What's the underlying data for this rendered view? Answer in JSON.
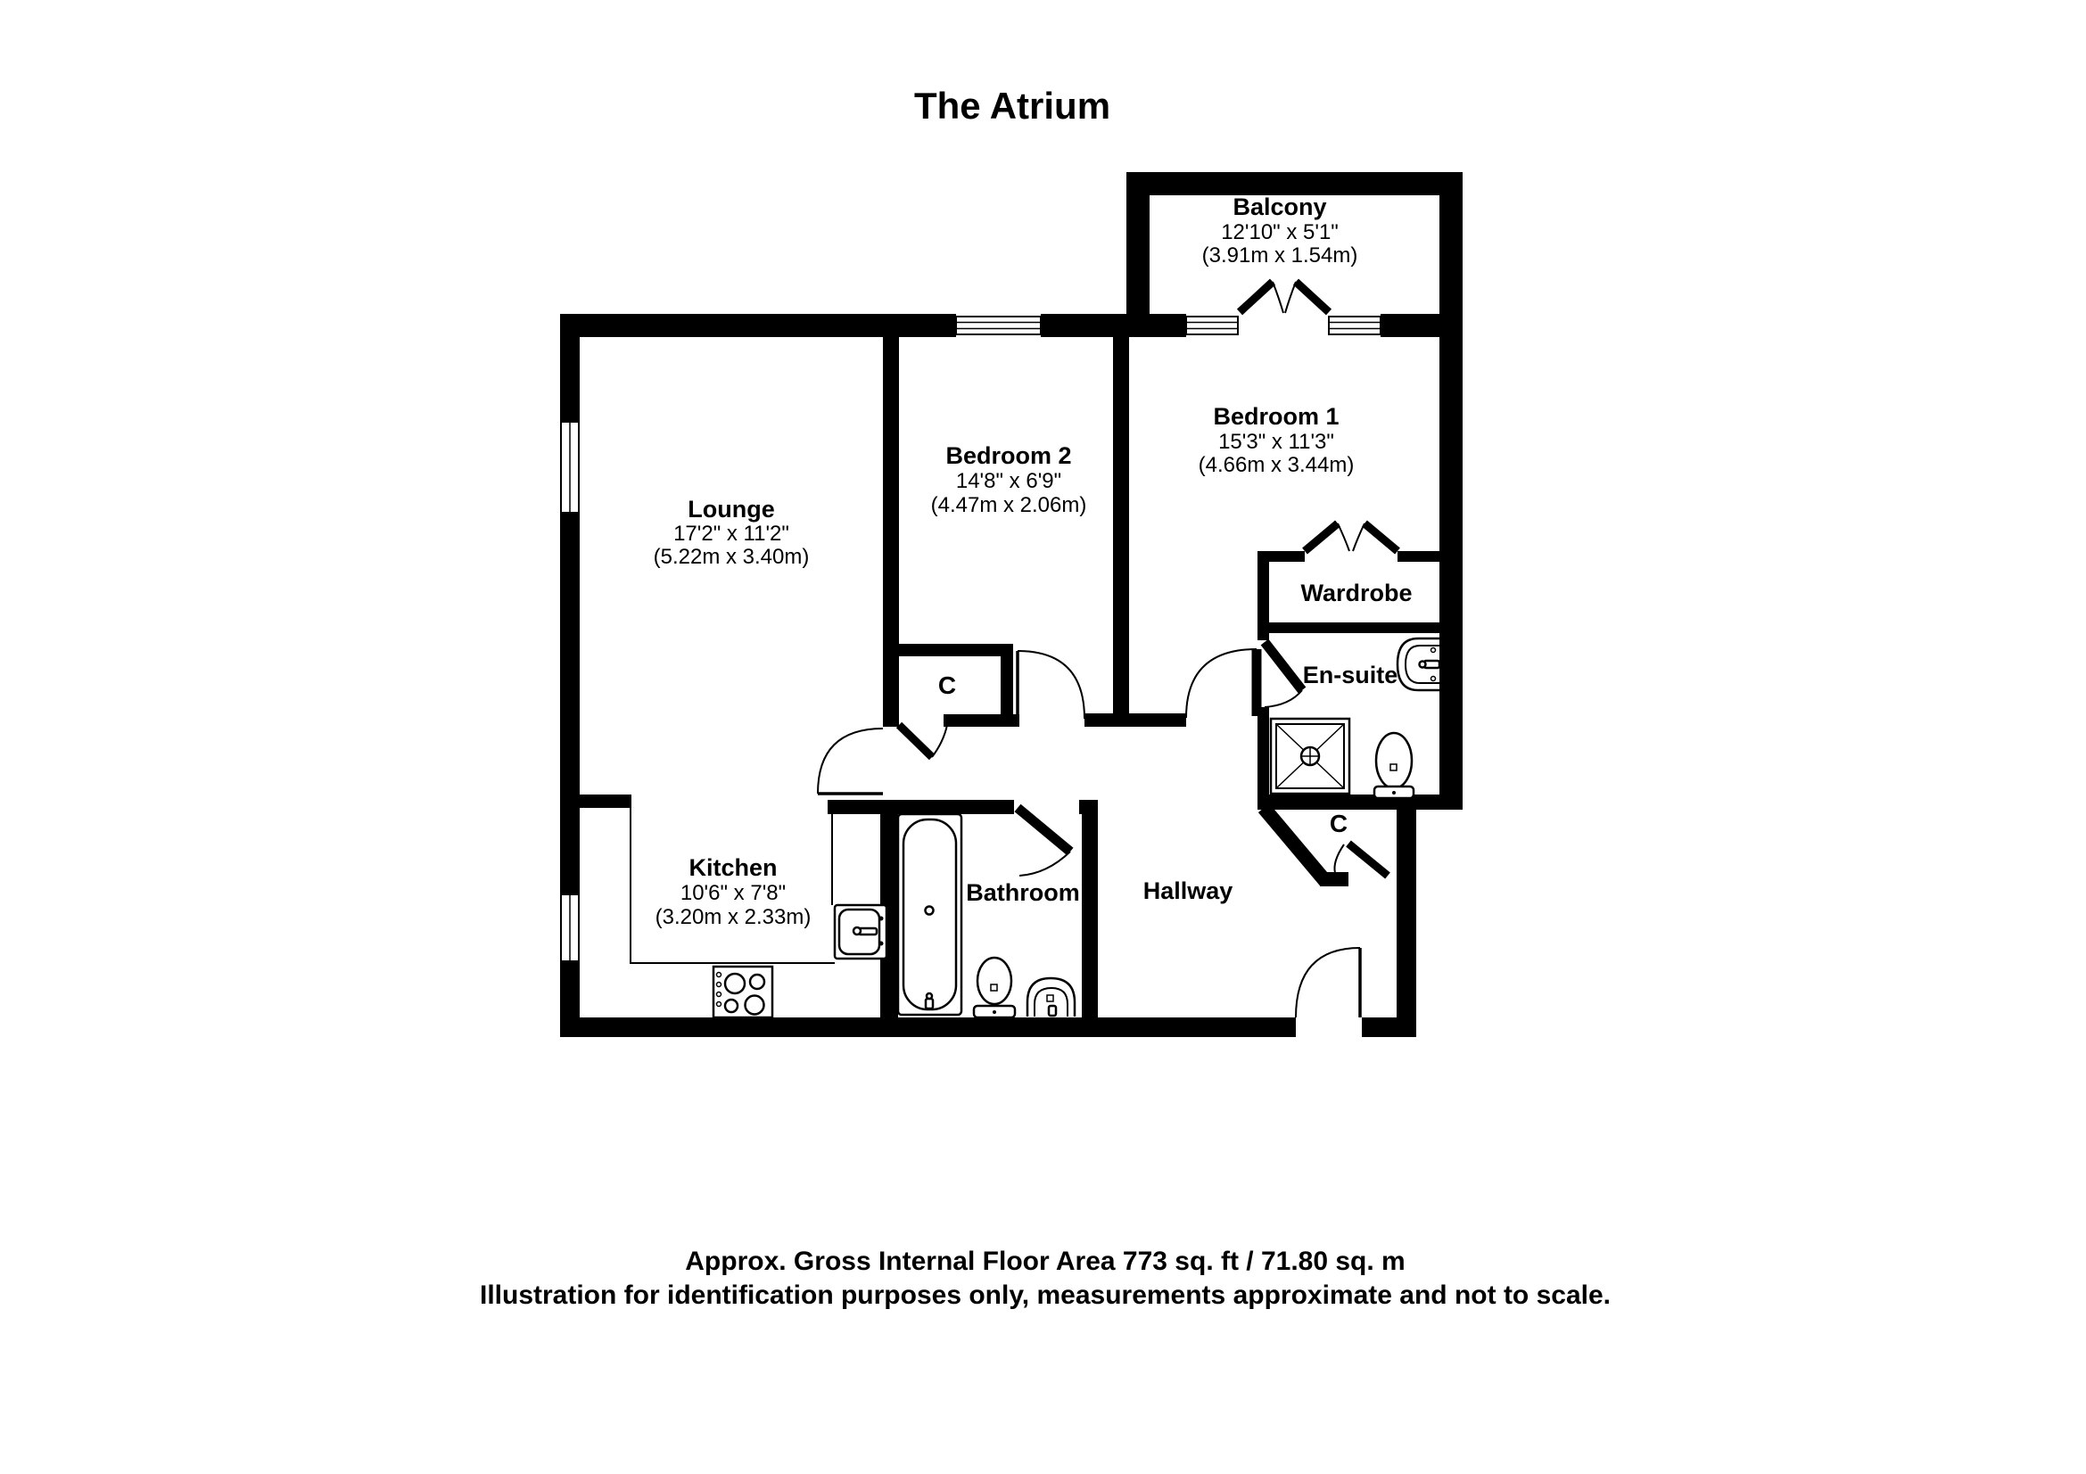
{
  "title": "The Atrium",
  "rooms": {
    "balcony": {
      "name": "Balcony",
      "dims_imperial": "12'10\" x 5'1\"",
      "dims_metric": "(3.91m x 1.54m)"
    },
    "bedroom1": {
      "name": "Bedroom 1",
      "dims_imperial": "15'3\" x 11'3\"",
      "dims_metric": "(4.66m x 3.44m)"
    },
    "bedroom2": {
      "name": "Bedroom 2",
      "dims_imperial": "14'8\" x 6'9\"",
      "dims_metric": "(4.47m x 2.06m)"
    },
    "lounge": {
      "name": "Lounge",
      "dims_imperial": "17'2\" x 11'2\"",
      "dims_metric": "(5.22m x 3.40m)"
    },
    "kitchen": {
      "name": "Kitchen",
      "dims_imperial": "10'6\" x 7'8\"",
      "dims_metric": "(3.20m x 2.33m)"
    },
    "bathroom": {
      "name": "Bathroom"
    },
    "hallway": {
      "name": "Hallway"
    },
    "wardrobe": {
      "name": "Wardrobe"
    },
    "ensuite": {
      "name": "En-suite"
    },
    "cupboard_bedroom2": {
      "name": "C"
    },
    "cupboard_hallway": {
      "name": "C"
    }
  },
  "footer": {
    "line1": "Approx. Gross Internal Floor Area 773 sq. ft / 71.80 sq. m",
    "line2": "Illustration for identification purposes only, measurements approximate and not to scale."
  },
  "colors": {
    "wall": "#000000",
    "background": "#ffffff"
  }
}
